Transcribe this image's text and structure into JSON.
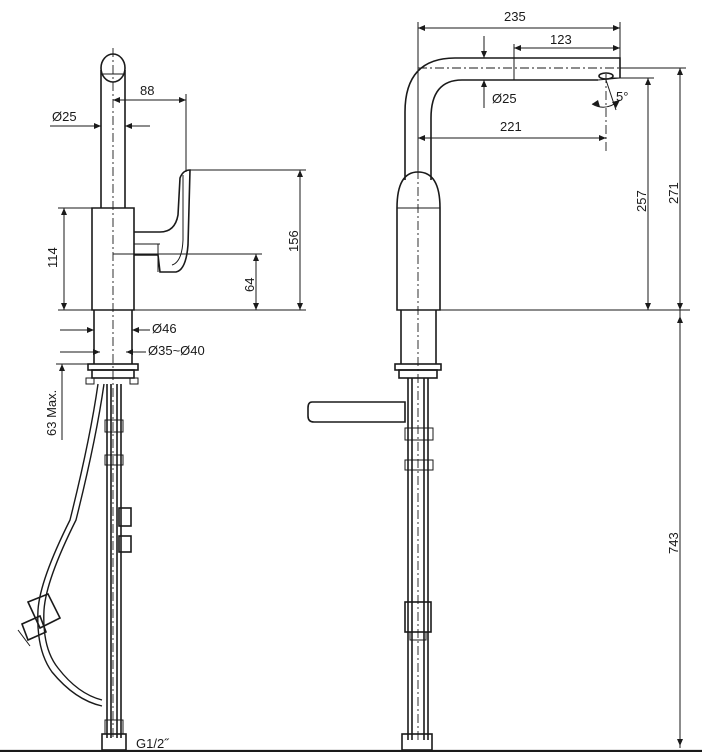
{
  "drawing": {
    "dimensions": {
      "d_spout": "Ø25",
      "reach_88": "88",
      "body_114": "114",
      "handle_156": "156",
      "handle_64": "64",
      "base_d46": "Ø46",
      "hole_d35_40": "Ø35~Ø40",
      "counter_63": "63 Max.",
      "thread": "G1/2˝",
      "reach_235": "235",
      "reach_123": "123",
      "d_outlet": "Ø25",
      "reach_221": "221",
      "angle_5": "5°",
      "height_257": "257",
      "height_271": "271",
      "hose_743": "743"
    }
  }
}
